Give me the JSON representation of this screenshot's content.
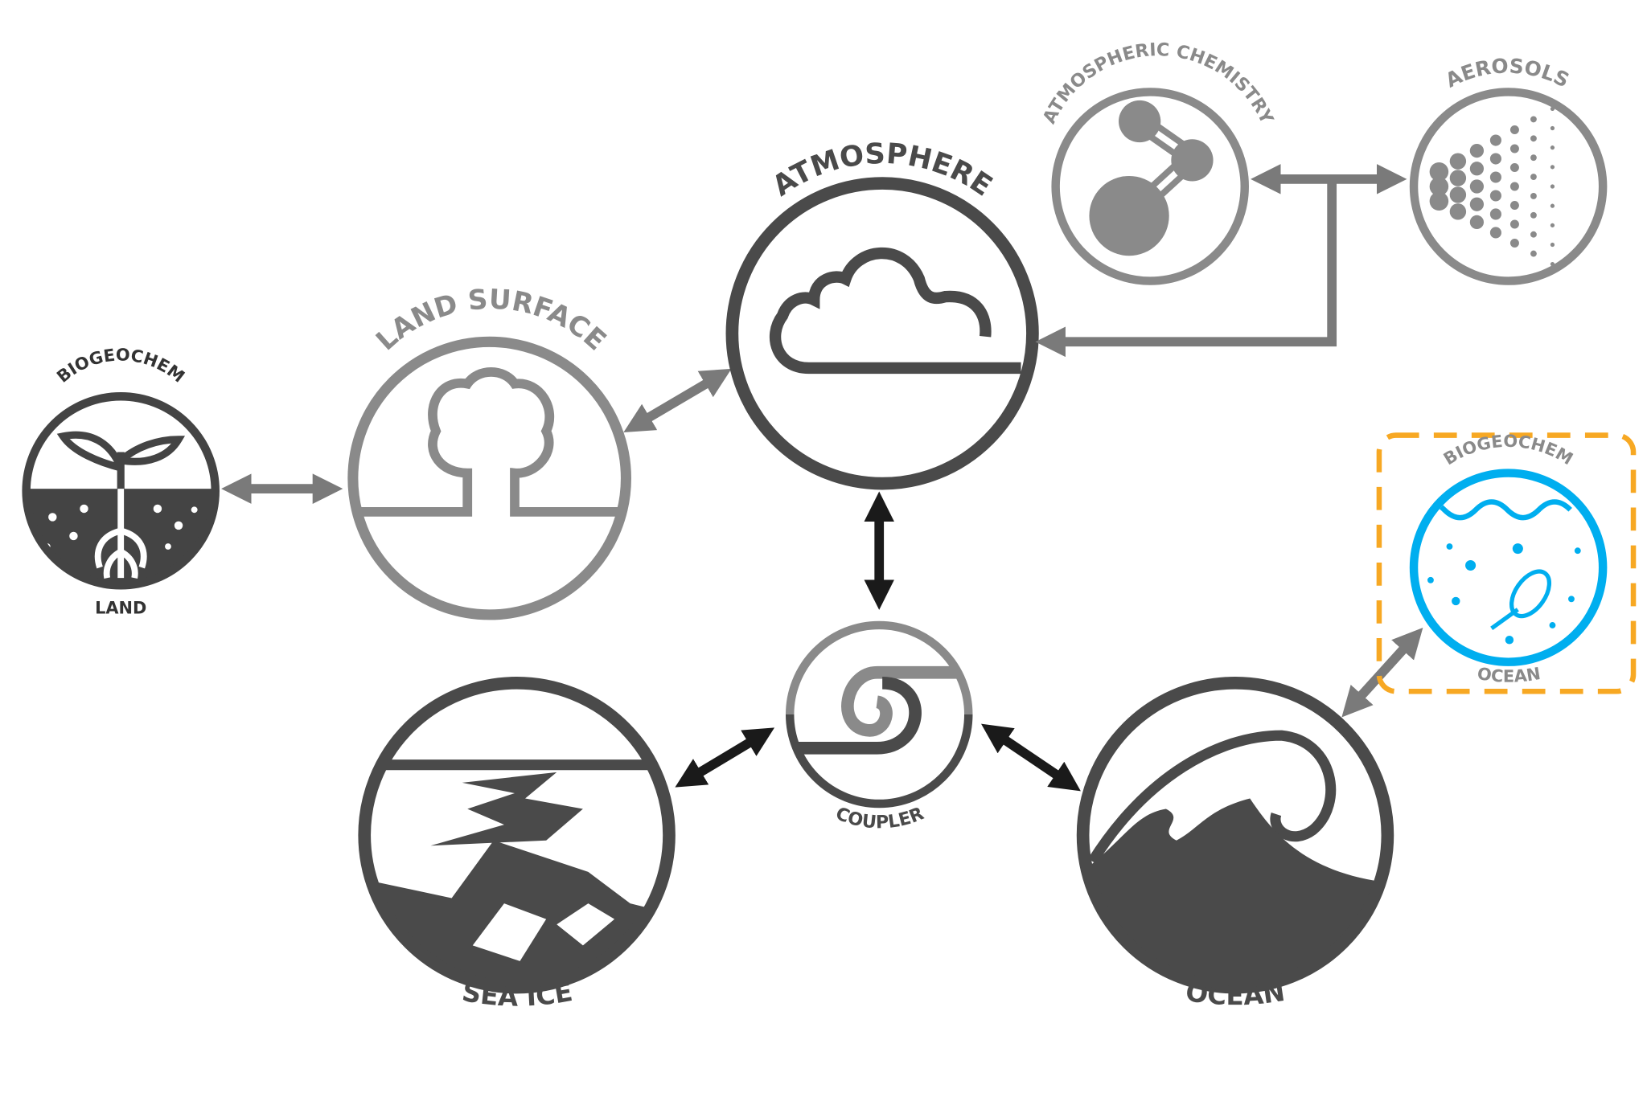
{
  "components": {
    "biogeochem_land": {
      "top_label": "BIOGEOCHEM",
      "bottom_label": "LAND"
    },
    "land_surface": {
      "label": "LAND SURFACE"
    },
    "atmosphere": {
      "label": "ATMOSPHERE"
    },
    "atmospheric_chemistry": {
      "label": "ATMOSPHERIC CHEMISTRY"
    },
    "aerosols": {
      "label": "AEROSOLS"
    },
    "coupler": {
      "label": "COUPLER"
    },
    "sea_ice": {
      "label": "SEA ICE"
    },
    "ocean": {
      "label": "OCEAN"
    },
    "biogeochem_ocean": {
      "top_label": "BIOGEOCHEM",
      "bottom_label": "OCEAN",
      "highlighted": true
    }
  },
  "colors": {
    "dark": "#4a4a4a",
    "light": "#8a8a8a",
    "black_arrow": "#1a1a1a",
    "highlight_icon": "#00aeef",
    "highlight_box": "#f7a823"
  }
}
